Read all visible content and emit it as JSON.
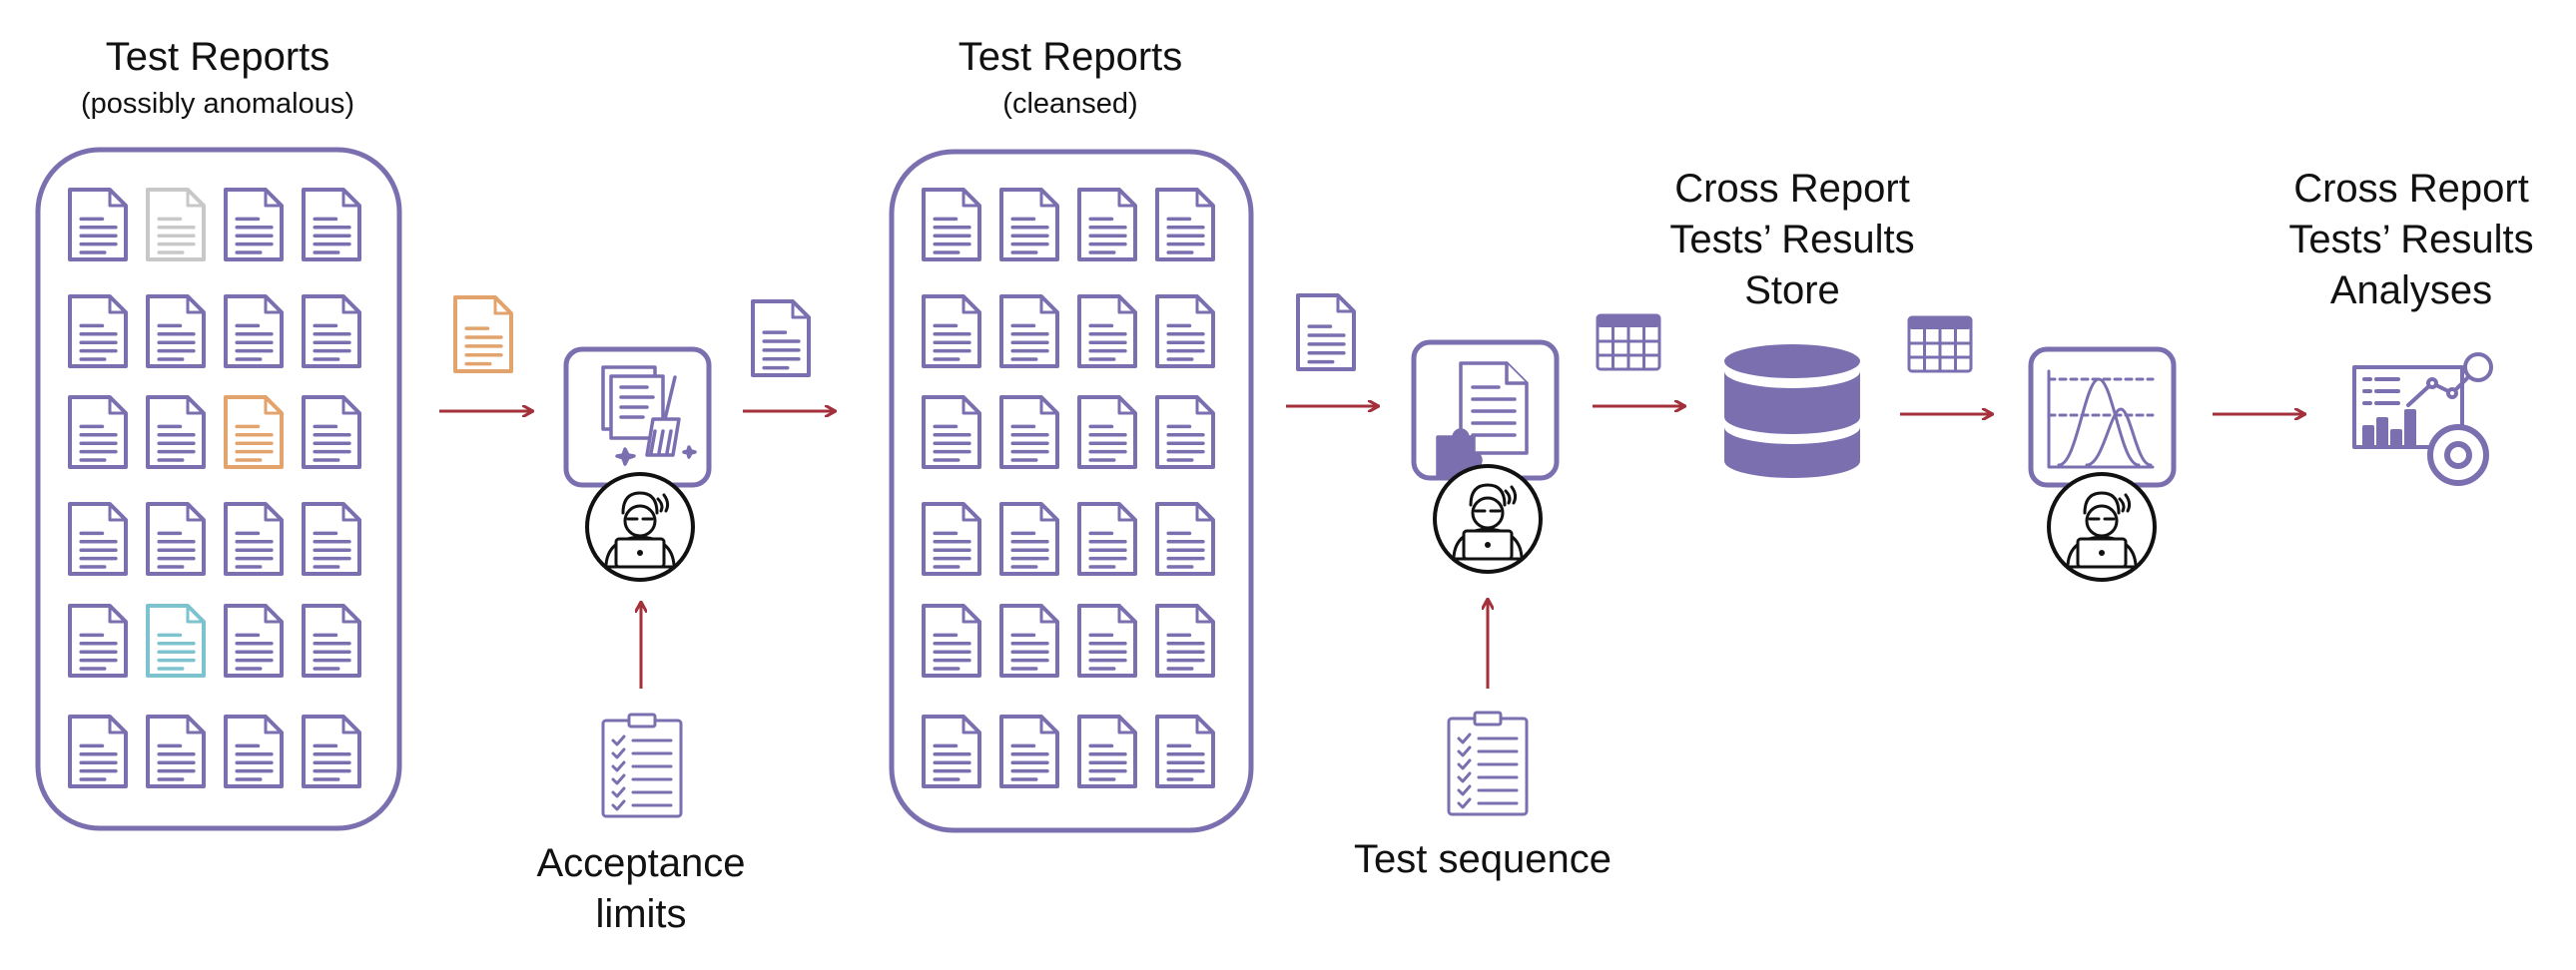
{
  "labels": {
    "raw_reports_title": "Test Reports",
    "raw_reports_subtitle": "(possibly anomalous)",
    "clean_reports_title": "Test Reports",
    "clean_reports_subtitle": "(cleansed)",
    "acceptance_limits_line1": "Acceptance",
    "acceptance_limits_line2": "limits",
    "test_sequence": "Test sequence",
    "store_line1": "Cross Report",
    "store_line2": "Tests’ Results",
    "store_line3": "Store",
    "analyses_line1": "Cross Report",
    "analyses_line2": "Tests’ Results",
    "analyses_line3": "Analyses"
  },
  "icons": {
    "document": "document-icon",
    "cleansing_step": "cleansing-broom-icon",
    "assembly_step": "puzzle-document-icon",
    "analysis_step": "distribution-chart-icon",
    "engineer": "engineer-at-laptop-icon",
    "checklist": "checklist-clipboard-icon",
    "table": "table-icon",
    "database": "database-icon",
    "dashboard": "dashboard-icon"
  },
  "colors": {
    "accent_purple": "#7b6fb0",
    "arrow_red": "#a3303a",
    "anomaly_grey": "#c8c8c8",
    "anomaly_orange": "#e2a36d",
    "anomaly_teal": "#7cc3cf",
    "text": "#111111"
  },
  "anomalies": {
    "raw_grid_grey": {
      "row": 1,
      "col": 2
    },
    "raw_grid_orange": {
      "row": 3,
      "col": 3
    },
    "raw_grid_teal": {
      "row": 5,
      "col": 2
    }
  }
}
